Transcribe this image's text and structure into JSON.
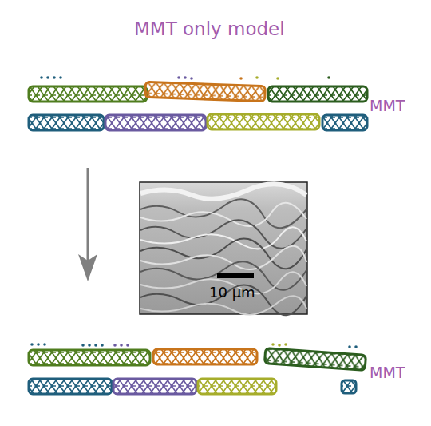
{
  "diagram": {
    "title": "MMT only model",
    "labels": [
      "MMT",
      "10 µm",
      "MMT"
    ]
  }
}
